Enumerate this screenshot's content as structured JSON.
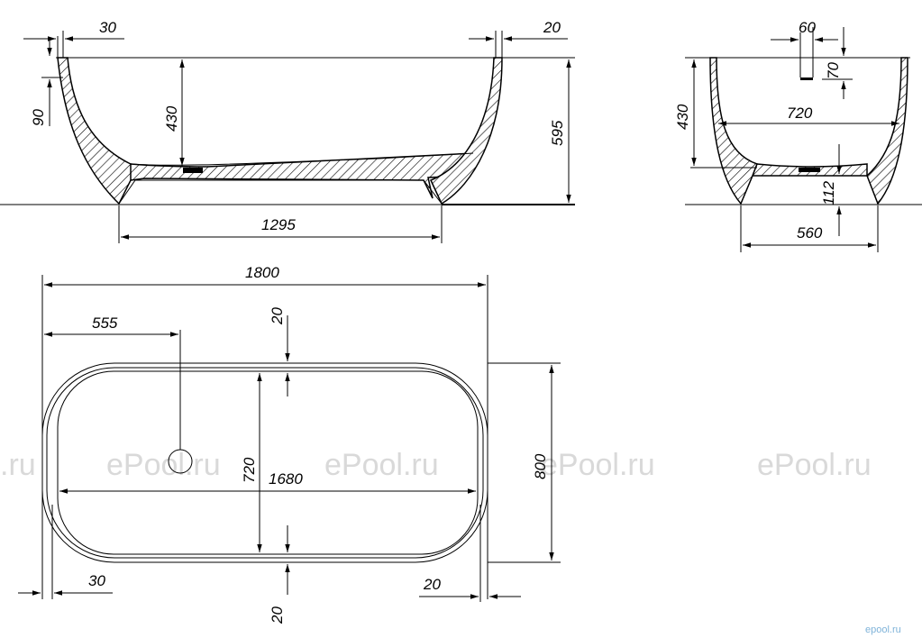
{
  "watermark": "ePool.ru",
  "watermark_left": ".ru",
  "corner_mark": "epool.ru",
  "side_view": {
    "top_left_rim": "30",
    "top_right_rim": "20",
    "rim_depth": "90",
    "inner_depth": "430",
    "total_height": "595",
    "base_length": "1295"
  },
  "end_view": {
    "drain_offset": "60",
    "drain_height": "70",
    "depth": "430",
    "inner_width": "720",
    "drain_rise": "112",
    "base_width": "560"
  },
  "plan_view": {
    "total_length": "1800",
    "drain_position": "555",
    "inner_length": "1680",
    "inner_width": "720",
    "total_width": "800",
    "top_wall": "20",
    "bottom_wall": "20",
    "left_wall": "30",
    "right_wall": "20"
  }
}
